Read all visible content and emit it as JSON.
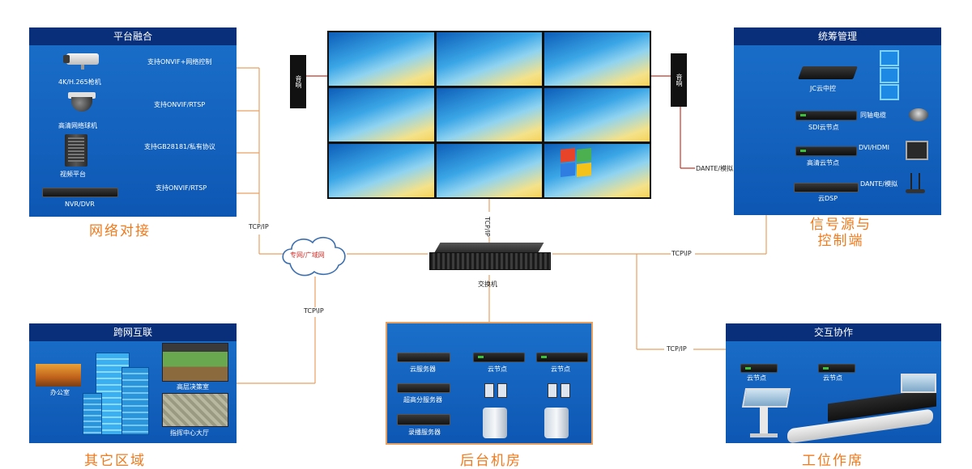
{
  "left_panel": {
    "title": "平台融合",
    "items": [
      {
        "name": "4K/H.265枪机",
        "link": "支持ONVIF+网络控制"
      },
      {
        "name": "高清网络球机",
        "link": "支持ONVIF/RTSP"
      },
      {
        "name": "视频平台",
        "link": "支持GB28181/私有协议"
      },
      {
        "name": "NVR/DVR",
        "link": "支持ONVIF/RTSP"
      }
    ],
    "caption": "网络对接"
  },
  "speakers": {
    "left": "音响",
    "right": "音响"
  },
  "right_panel": {
    "title": "统筹管理",
    "devices": [
      "JC云中控",
      "SDI云节点",
      "高清云节点",
      "云DSP"
    ],
    "outputs": [
      "同轴电缆",
      "DVI/HDMI",
      "DANTE/模拟"
    ],
    "caption": "信号源与\n控制端"
  },
  "connections": {
    "dante_analog": "DANTE/模拟",
    "tcp_ip_left": "TCP/IP",
    "tcp_ip_cloud": "TCP\\IP",
    "tcp_ip_wall": "TCP/IP",
    "tcp_ip_right": "TCP\\IP",
    "tcp_ip_bottom_right": "TCP/IP"
  },
  "cloud": {
    "label": "专网/广域网"
  },
  "switch": {
    "label": "交换机"
  },
  "cross_panel": {
    "title": "跨网互联",
    "items": [
      "办公室",
      "高层决策室",
      "指挥中心大厅"
    ],
    "caption": "其它区域"
  },
  "backend_panel": {
    "servers": [
      "云服务器",
      "超高分服务器",
      "录播服务器"
    ],
    "nodes": [
      "云节点",
      "云节点"
    ],
    "caption": "后台机房"
  },
  "interact_panel": {
    "title": "交互协作",
    "nodes": [
      "云节点",
      "云节点"
    ],
    "caption": "工位作席"
  },
  "colors": {
    "panel_blue": "#1565c0",
    "panel_header": "#0a2f7a",
    "orange_line": "#e8a060",
    "caption_orange": "#f07a1c",
    "red_line": "#c0392b"
  }
}
